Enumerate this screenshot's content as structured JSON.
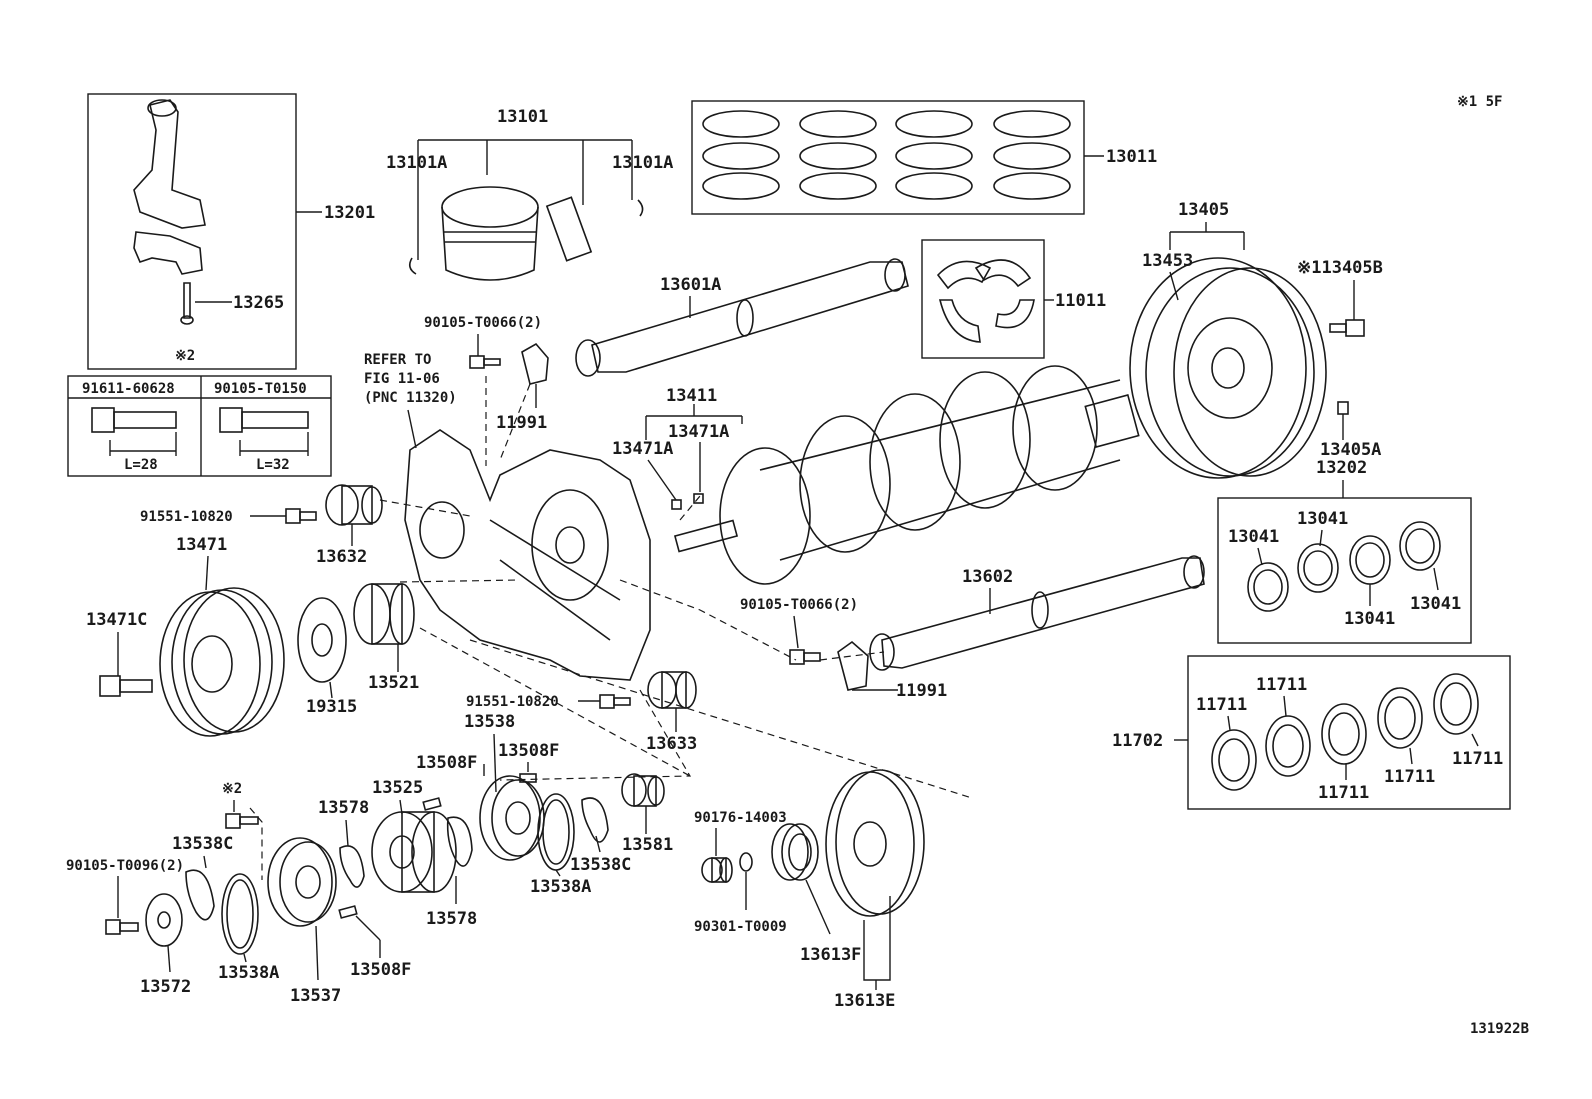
{
  "header": {
    "note_top_right": "※1 5F",
    "figure_code": "131922B"
  },
  "labels": {
    "p13101": "13101",
    "p13101a_left": "13101A",
    "p13101a_right": "13101A",
    "p13011": "13011",
    "p13201": "13201",
    "p13265": "13265",
    "mark2_top": "※2",
    "p13405": "13405",
    "p13453": "13453",
    "p13405b": "※113405B",
    "p13601a": "13601A",
    "p11011": "11011",
    "bolt_t0066_top": "90105-T0066(2)",
    "p11991_top": "11991",
    "refer_1": "REFER TO",
    "refer_2": "FIG 11-06",
    "refer_3": "(PNC 11320)",
    "p13411": "13411",
    "p13471a_right": "13471A",
    "p13471a_left": "13471A",
    "p13405a": "13405A",
    "p13202": "13202",
    "p13041_a": "13041",
    "p13041_b": "13041",
    "p13041_c": "13041",
    "p13041_d": "13041",
    "bolt_10820_top": "91551-10820",
    "p13632": "13632",
    "p13471": "13471",
    "p13602": "13602",
    "p13471c": "13471C",
    "bolt_t0066_mid": "90105-T0066(2)",
    "p11991_mid": "11991",
    "p19315": "19315",
    "p13521": "13521",
    "bolt_10820_mid": "91551-10820",
    "p13538": "13538",
    "p13633": "13633",
    "p11711_a": "11711",
    "p11711_b": "11711",
    "p11711_c": "11711",
    "p11711_d": "11711",
    "p11711_e": "11711",
    "p11702": "11702",
    "p13508f_a": "13508F",
    "p13508f_b": "13508F",
    "p13508f_c": "13508F",
    "mark2_bottom": "※2",
    "p13525": "13525",
    "p13578_a": "13578",
    "p13578_b": "13578",
    "p13538c_a": "13538C",
    "p13538c_b": "13538C",
    "p13581": "13581",
    "bolt_14003": "90176-14003",
    "bolt_t0096": "90105-T0096(2)",
    "p13538a_a": "13538A",
    "p13538a_b": "13538A",
    "p13572": "13572",
    "p13537": "13537",
    "washer_t0009": "90301-T0009",
    "p13613f": "13613F",
    "p13613e": "13613E"
  },
  "bolt_table": {
    "col1": {
      "part": "91611-60628",
      "length": "L=28"
    },
    "col2": {
      "part": "90105-T0150",
      "length": "L=32"
    }
  }
}
